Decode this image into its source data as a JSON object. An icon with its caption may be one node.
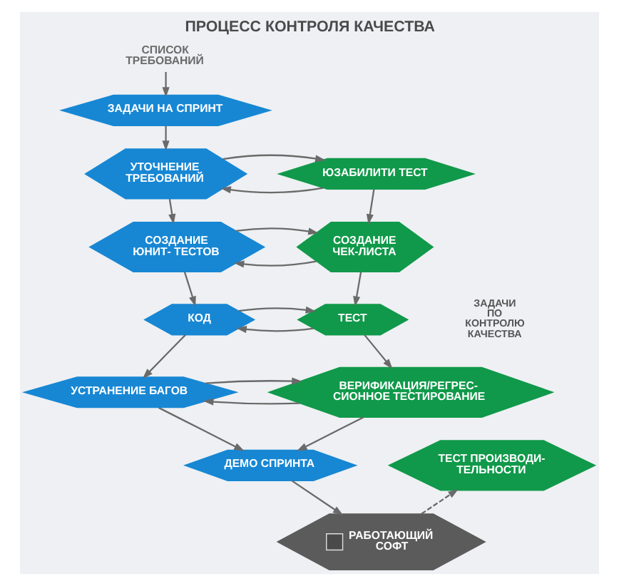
{
  "diagram": {
    "title": "ПРОЦЕСС КОНТРОЛЯ КАЧЕСТВА",
    "nodes": [
      {
        "text": [
          "СПИСОК ТРЕБОВАНИЙ"
        ]
      },
      {
        "text": [
          "ЗАДАЧИ НА СПРИНТ"
        ]
      },
      {
        "text": [
          "УТОЧНЕНИЕ ТРЕБОВАНИЙ"
        ]
      },
      {
        "text": [
          "ЮЗАБИЛИТИ ТЕСТ"
        ]
      },
      {
        "text": [
          "СОЗДАНИЕ ЮНИТ- ТЕСТОВ"
        ]
      },
      {
        "text": [
          "СОЗДАНИЕ ЧЕК-ЛИСТА"
        ]
      },
      {
        "text": [
          "КОД"
        ]
      },
      {
        "text": [
          "ТЕСТ"
        ]
      },
      {
        "text": [
          "УСТРАНЕНИЕ БАГОВ"
        ]
      },
      {
        "text": [
          "ВЕРИФИКАЦИЯ/РЕГРЕС- СИОННОЕ ТЕСТИРОВАНИЕ"
        ]
      },
      {
        "text": [
          "ДЕМО СПРИНТА"
        ]
      },
      {
        "text": [
          "ТЕСТ ПРОИЗВОДИ- ТЕЛЬНОСТИ"
        ]
      },
      {
        "text": [
          "РАБОТАЮЩИЙ СОФТ"
        ]
      }
    ],
    "edges": [
      {
        "from": 0,
        "to": 1,
        "arrow": "to"
      },
      {
        "from": 1,
        "to": 2,
        "arrow": "to"
      },
      {
        "from": 3,
        "to": 2,
        "arrow": "to"
      },
      {
        "from": 2,
        "to": 3,
        "arrow": "to"
      },
      {
        "from": 2,
        "to": 4,
        "arrow": "to"
      },
      {
        "from": 3,
        "to": 5,
        "arrow": "to"
      },
      {
        "from": 5,
        "to": 4,
        "arrow": "to"
      },
      {
        "from": 4,
        "to": 5,
        "arrow": "to"
      },
      {
        "from": 4,
        "to": 6,
        "arrow": "to"
      },
      {
        "from": 5,
        "to": 7,
        "arrow": "to"
      },
      {
        "from": 7,
        "to": 6,
        "arrow": "to"
      },
      {
        "from": 6,
        "to": 7,
        "arrow": "to"
      },
      {
        "from": 6,
        "to": 8,
        "arrow": "to"
      },
      {
        "from": 7,
        "to": 9,
        "arrow": "to"
      },
      {
        "from": 9,
        "to": 8,
        "arrow": "to"
      },
      {
        "from": 8,
        "to": 9,
        "arrow": "to"
      },
      {
        "from": 8,
        "to": 10,
        "arrow": "to"
      },
      {
        "from": 9,
        "to": 10,
        "arrow": "to"
      },
      {
        "from": 10,
        "to": 12,
        "arrow": "to"
      },
      {
        "from": 12,
        "to": 11,
        "arrow": "to",
        "style": "dashed"
      }
    ],
    "labels": [
      "ЗАДАЧИ ПО КОНТРОЛЮ КАЧЕСТВА"
    ]
  }
}
